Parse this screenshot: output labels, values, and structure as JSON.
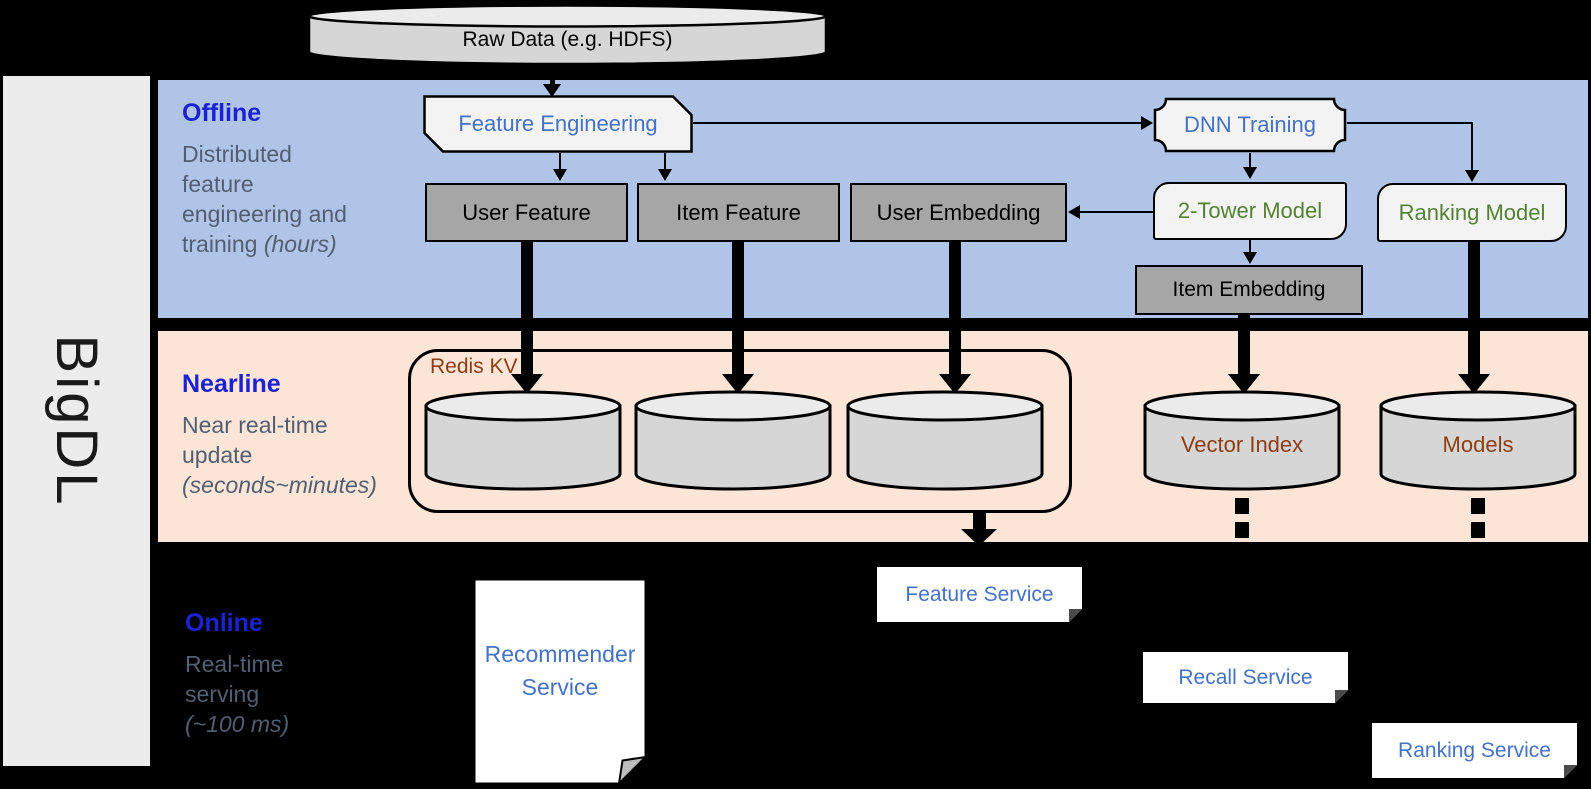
{
  "brand": "BigDL",
  "colors": {
    "accent_blue": "#4472c4",
    "title_blue": "#1b22d3",
    "slate": "#525e72",
    "green": "#538135",
    "brown": "#8e3d12",
    "band_blue": "#b0c4e8",
    "band_peach": "#fbe5d6",
    "gray_box": "#a6a6a6",
    "light_box": "#f3f3f3"
  },
  "lanes": {
    "offline": {
      "title": "Offline",
      "line1": "Distributed",
      "line2": "feature",
      "line3": "engineering and",
      "line4": "training",
      "line4_italic": "(hours)"
    },
    "nearline": {
      "title": "Nearline",
      "line1": "Near real-time",
      "line2": "update",
      "line3_italic": "(seconds~minutes)"
    },
    "online": {
      "title": "Online",
      "line1": "Real-time",
      "line2": "serving",
      "line3_italic": "(~100 ms)"
    }
  },
  "nodes": {
    "raw_data": "Raw Data (e.g. HDFS)",
    "feature_engineering": "Feature Engineering",
    "dnn_training": "DNN Training",
    "user_feature": "User Feature",
    "item_feature": "Item Feature",
    "user_embedding": "User Embedding",
    "two_tower_model": "2-Tower Model",
    "ranking_model": "Ranking Model",
    "item_embedding": "Item Embedding",
    "redis_kv": "Redis KV",
    "vector_index": "Vector Index",
    "models": "Models",
    "feature_service": "Feature Service",
    "recall_service": "Recall Service",
    "ranking_service": "Ranking Service",
    "recommender_service_line1": "Recommender",
    "recommender_service_line2": "Service"
  }
}
